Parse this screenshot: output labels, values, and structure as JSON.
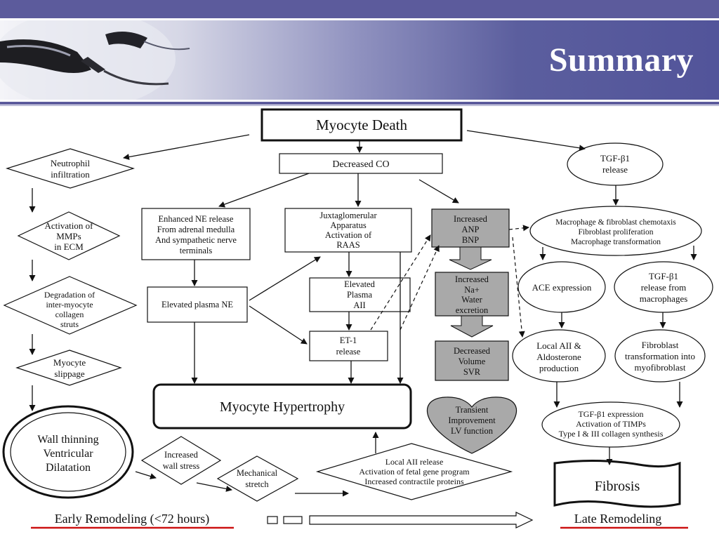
{
  "header": {
    "title": "Summary"
  },
  "diagram": {
    "myocyte_death": "Myocyte Death",
    "decreased_co": "Decreased CO",
    "neutrophil": [
      "Neutrophil",
      "infiltration"
    ],
    "mmps": [
      "Activation of",
      "MMPs",
      "in ECM"
    ],
    "degradation": [
      "Degradation of",
      "inter-myocyte",
      "collagen",
      "struts"
    ],
    "slippage": [
      "Myocyte",
      "slippage"
    ],
    "wall_thinning": [
      "Wall thinning",
      "Ventricular",
      "Dilatation"
    ],
    "enhanced_ne": [
      "Enhanced NE release",
      "From adrenal medulla",
      "And sympathetic nerve",
      "terminals"
    ],
    "elevated_ne": "Elevated plasma NE",
    "juxta": [
      "Juxtaglomerular",
      "Apparatus",
      "Activation of",
      "RAAS"
    ],
    "elevated_aii": [
      "Elevated",
      "Plasma",
      "AII"
    ],
    "et1": [
      "ET-1",
      "release"
    ],
    "anp": [
      "Increased",
      "ANP",
      "BNP"
    ],
    "na": [
      "Increased",
      "Na+",
      "Water",
      "excretion"
    ],
    "volume": [
      "Decreased",
      "Volume",
      "SVR"
    ],
    "transient": [
      "Transient",
      "Improvement",
      "LV function"
    ],
    "hypertrophy": "Myocyte Hypertrophy",
    "wall_stress": [
      "Increased",
      "wall stress"
    ],
    "mech_stretch": [
      "Mechanical",
      "stretch"
    ],
    "local_aii_release": [
      "Local AII release",
      "Activation of fetal gene program",
      "Increased contractile proteins"
    ],
    "tgf1": [
      "TGF-β1",
      "release"
    ],
    "macrophage": [
      "Macrophage & fibroblast chemotaxis",
      "Fibroblast proliferation",
      "Macrophage transformation"
    ],
    "ace": "ACE expression",
    "tgf_mac": [
      "TGF-β1",
      "release from",
      "macrophages"
    ],
    "local_aii": [
      "Local AII &",
      "Aldosterone",
      "production"
    ],
    "fibroblast": [
      "Fibroblast",
      "transformation into",
      "myofibroblast"
    ],
    "tgf_expr": [
      "TGF-β1 expression",
      "Activation of TIMPs",
      "Type I & III collagen synthesis"
    ],
    "fibrosis": "Fibrosis",
    "early": "Early Remodeling (<72 hours)",
    "late": "Late Remodeling"
  },
  "colors": {
    "header_bar": "#5c5b9c",
    "shaded": "#a9a9a9",
    "underline_red": "#cc1111"
  }
}
